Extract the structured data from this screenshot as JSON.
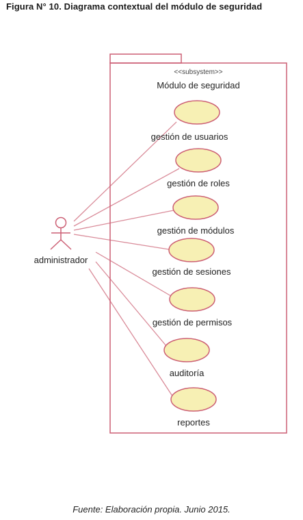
{
  "figure_title": "Figura N° 10. Diagrama contextual del módulo de seguridad",
  "subsystem": {
    "stereotype": "<<subsystem>>",
    "name": "Módulo de seguridad"
  },
  "actor": {
    "name": "administrador"
  },
  "use_cases": [
    {
      "label": "gestión de usuarios"
    },
    {
      "label": "gestión de roles"
    },
    {
      "label": "gestión de módulos"
    },
    {
      "label": "gestión de sesiones"
    },
    {
      "label": "gestión de permisos"
    },
    {
      "label": "auditoría"
    },
    {
      "label": "reportes"
    }
  ],
  "caption": "Fuente: Elaboración propia. Junio 2015.",
  "colors": {
    "line": "#d98a98",
    "ellipse_fill": "#f7f0b4",
    "ellipse_stroke": "#cc5f74",
    "box_stroke": "#cc5f74"
  }
}
